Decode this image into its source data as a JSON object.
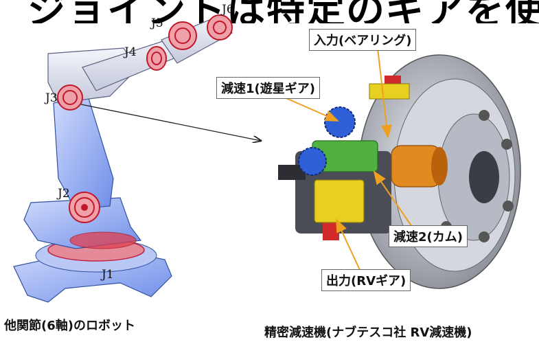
{
  "title": "ジョイントは特定のギアを使う",
  "joints": [
    "J1",
    "J2",
    "J3",
    "J4",
    "J5",
    "J6"
  ],
  "callouts": {
    "input": "入力(ベアリング)",
    "reduction1": "減速1(遊星ギア)",
    "reduction2": "減速2(カム)",
    "output": "出力(RVギア)"
  },
  "captions": {
    "robot": "他関節(6軸)のロボット",
    "reducer": "精密減速機(ナブテスコ社 RV減速機)"
  },
  "colors": {
    "robot_body": "#8fa8f0",
    "joint_red": "#e03040",
    "arrow_orange": "#f0a020",
    "gear_blue": "#3060d8",
    "gear_green": "#50b040",
    "gear_orange": "#e08a20",
    "gear_yellow": "#e8d020"
  }
}
